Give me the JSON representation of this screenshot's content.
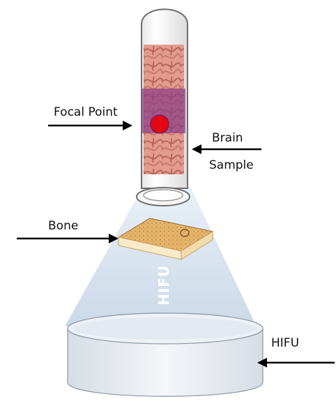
{
  "labels": {
    "focal_point": "Focal Point",
    "brain_line1": "Brain",
    "brain_line2": "Sample",
    "bone": "Bone",
    "hifu_side": "HIFU",
    "hifu_beam": "HIFU"
  },
  "colors": {
    "beam": "#dde8f3",
    "transducer_top": "#f3f5f8",
    "transducer_side": "#e4e9ef",
    "tube_outline": "#6d6d6d",
    "brain_tissue": "#d98b80",
    "focal_band": "#9b4d8e",
    "focal_point": "#e30613",
    "bone_top": "#e9b86e",
    "bone_side": "#f8ebc9",
    "arrow": "#000000"
  },
  "icons": [
    "arrow-right-icon",
    "arrow-left-icon"
  ]
}
